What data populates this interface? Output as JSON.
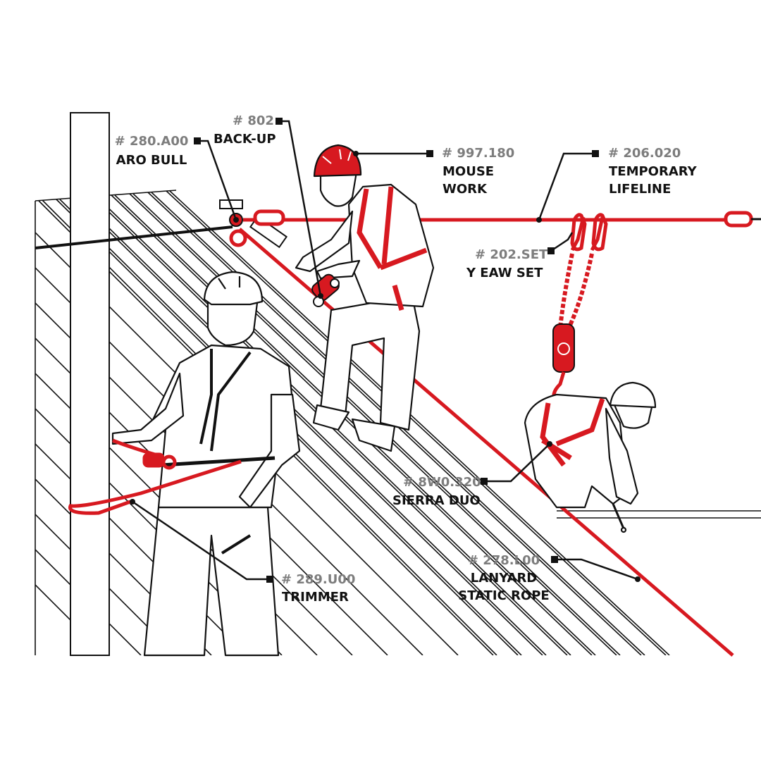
{
  "colors": {
    "equipment": "#d71920",
    "ink": "#111111",
    "code_text": "#7d7d7d",
    "background": "#ffffff"
  },
  "labels": {
    "aro_bull": {
      "code": "# 280.A00",
      "name": "ARO BULL"
    },
    "back_up": {
      "code": "# 802",
      "name": "BACK-UP"
    },
    "mouse_work": {
      "code": "# 997.180",
      "name_line1": "MOUSE",
      "name_line2": "WORK"
    },
    "temporary_lifeline": {
      "code": "# 206.020",
      "name_line1": "TEMPORARY",
      "name_line2": "LIFELINE"
    },
    "y_eaw_set": {
      "code": "# 202.SET",
      "name": "Y EAW SET"
    },
    "sierra_duo": {
      "code": "# 8W0.320",
      "name": "SIERRA DUO"
    },
    "lanyard_static_rope": {
      "code": "# 278.L00",
      "name_line1": "LANYARD",
      "name_line2": "STATIC ROPE"
    },
    "trimmer": {
      "code": "# 289.U00",
      "name": "TRIMMER"
    }
  },
  "figures": [
    {
      "name": "worker-left",
      "description_icon": "standing-worker-with-trimmer"
    },
    {
      "name": "worker-center",
      "description_icon": "climbing-worker-with-backup"
    },
    {
      "name": "worker-right",
      "description_icon": "crouching-worker-on-lifeline"
    }
  ]
}
